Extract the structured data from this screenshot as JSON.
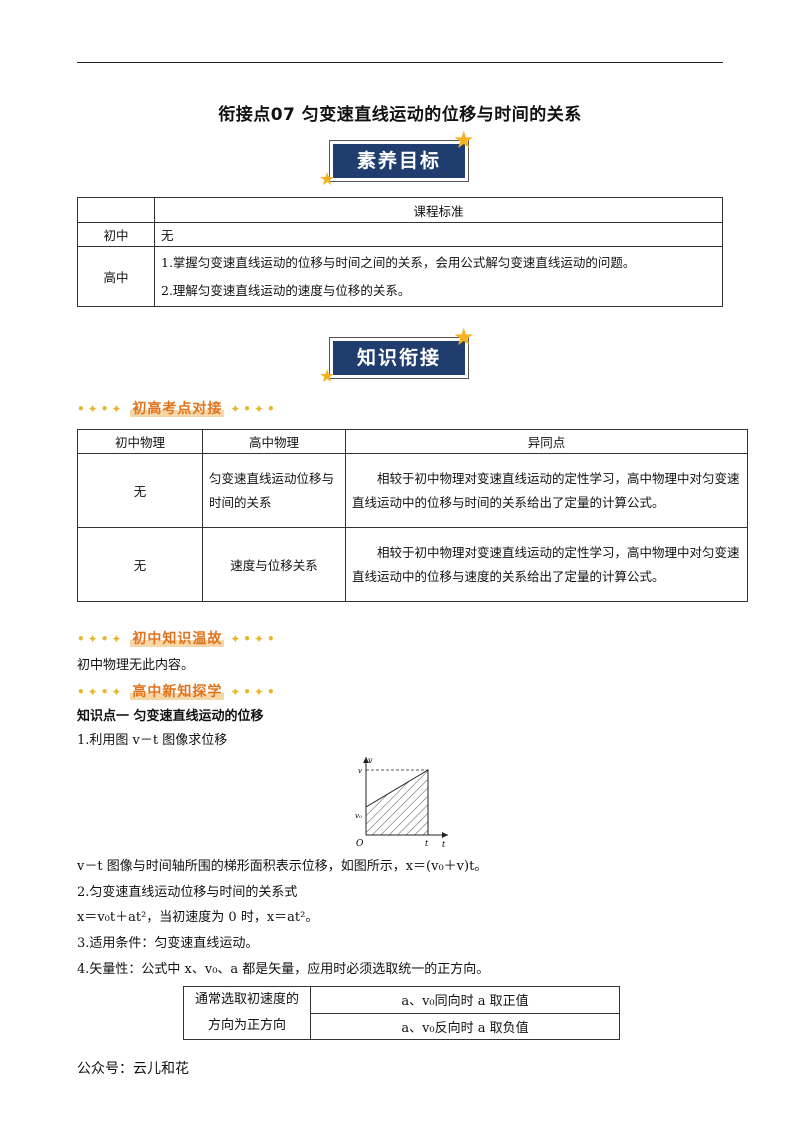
{
  "title": "衔接点07  匀变速直线运动的位移与时间的关系",
  "banner1": "素养目标",
  "banner2": "知识衔接",
  "std_table": {
    "header": "课程标准",
    "rows": [
      {
        "label": "初中",
        "content": "无"
      },
      {
        "label": "高中",
        "content": "1.掌握匀变速直线运动的位移与时间之间的关系，会用公式解匀变速直线运动的问题。",
        "content2": "2.理解匀变速直线运动的速度与位移的关系。"
      }
    ]
  },
  "sec1": "初高考点对接",
  "cmp_table": {
    "headers": [
      "初中物理",
      "高中物理",
      "异同点"
    ],
    "rows": [
      {
        "junior": "无",
        "senior": "匀变速直线运动位移与时间的关系",
        "diff": "相较于初中物理对变速直线运动的定性学习，高中物理中对匀变速直线运动中的位移与时间的关系给出了定量的计算公式。"
      },
      {
        "junior": "无",
        "senior": "速度与位移关系",
        "diff": "相较于初中物理对变速直线运动的定性学习，高中物理中对匀变速直线运动中的位移与速度的关系给出了定量的计算公式。"
      }
    ]
  },
  "sec2": "初中知识温故",
  "sec2_text": "初中物理无此内容。",
  "sec3": "高中新知探学",
  "kp1_title": "知识点一  匀变速直线运动的位移",
  "item1": "1.利用图 v－t 图像求位移",
  "fig": {
    "axis_v": "v",
    "axis_t": "t",
    "label_v": "v",
    "label_v0": "v₀",
    "label_O": "O",
    "label_t": "t"
  },
  "line_fig": "v－t 图像与时间轴所围的梯形面积表示位移，如图所示，x＝(v₀＋v)t。",
  "item2": "2.匀变速直线运动位移与时间的关系式",
  "formula": "x＝v₀t＋at²，当初速度为 0 时，x＝at²。",
  "item3": "3.适用条件：匀变速直线运动。",
  "item4": "4.矢量性：公式中 x、v₀、a 都是矢量，应用时必须选取统一的正方向。",
  "dir_table": {
    "left": "通常选取初速度的方向为正方向",
    "r1": "a、v₀同向时 a 取正值",
    "r2": "a、v₀反向时 a 取负值"
  },
  "footer": "公众号：云儿和花"
}
